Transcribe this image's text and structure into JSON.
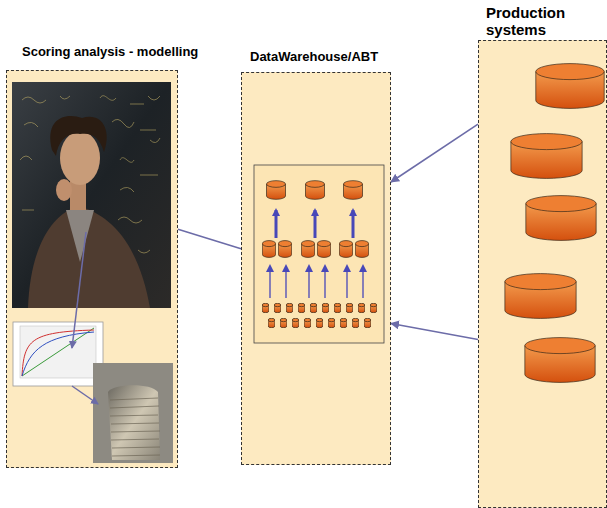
{
  "diagram": {
    "nodes": [
      {
        "text": [
          "Scoring analysis - modelling"
        ]
      },
      {
        "text": [
          "DataWarehouse/ABT"
        ]
      },
      {
        "text": [
          "Production systems"
        ]
      }
    ],
    "edges": [
      {
        "from": 0,
        "to": 1,
        "arrow": "none"
      },
      {
        "from": 2,
        "to": 1,
        "arrow": "to"
      },
      {
        "from": 2,
        "to": 1,
        "arrow": "to"
      }
    ]
  }
}
